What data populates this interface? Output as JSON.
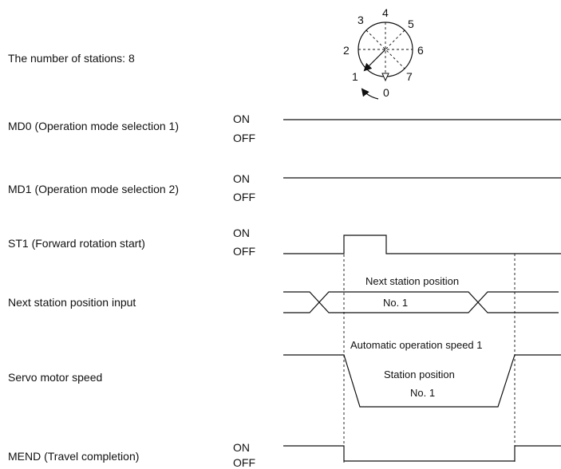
{
  "stations": {
    "label": "The number of stations: 8",
    "dial_numbers": [
      "0",
      "1",
      "2",
      "3",
      "4",
      "5",
      "6",
      "7"
    ]
  },
  "signals": [
    {
      "id": "md0",
      "label": "MD0 (Operation mode selection 1)",
      "on": "ON",
      "off": "OFF"
    },
    {
      "id": "md1",
      "label": "MD1 (Operation mode selection 2)",
      "on": "ON",
      "off": "OFF"
    },
    {
      "id": "st1",
      "label": "ST1 (Forward rotation start)",
      "on": "ON",
      "off": "OFF"
    },
    {
      "id": "next",
      "label": "Next station position input"
    },
    {
      "id": "speed",
      "label": "Servo motor speed"
    },
    {
      "id": "mend",
      "label": "MEND (Travel completion)",
      "on": "ON",
      "off": "OFF"
    }
  ],
  "annotations": {
    "next_station_title": "Next station position",
    "next_station_value": "No. 1",
    "auto_speed": "Automatic operation speed 1",
    "station_position": "Station position",
    "station_value": "No. 1"
  }
}
